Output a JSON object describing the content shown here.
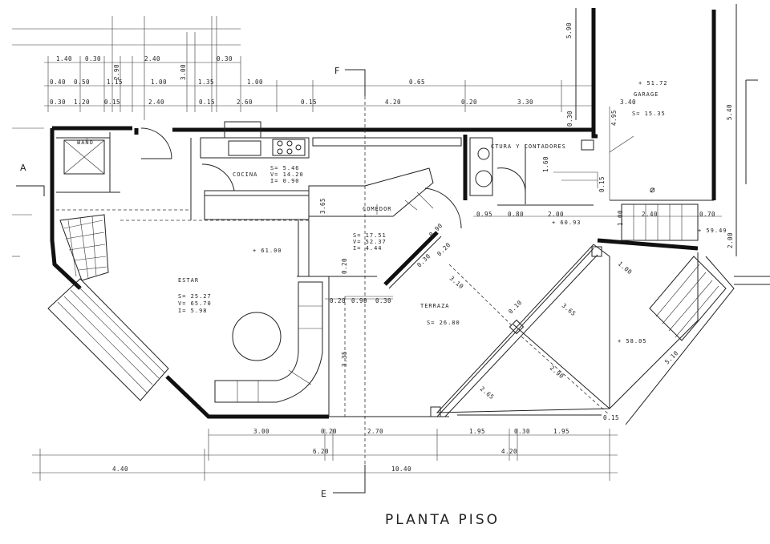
{
  "title": "PLANTA PISO",
  "cuts": {
    "a": "A",
    "f": "F",
    "e": "E"
  },
  "rooms": {
    "bano": "BAÑO",
    "cocina": "COCINA",
    "cocina_s": "S= 5.46",
    "cocina_v": "V= 14.20",
    "cocina_i": "I= 0.90",
    "comedor": "COMEDOR",
    "comedor_s": "S= 17.51",
    "comedor_v": "V= 52.37",
    "comedor_i": "I= 4.44",
    "estar": "ESTAR",
    "estar_s": "S= 25.27",
    "estar_v": "V= 65.70",
    "estar_i": "I= 5.98",
    "terraza": "TERRAZA",
    "terraza_s": "S= 26.80",
    "garage": "GARAGE",
    "garage_s": "S= 15.35",
    "lavadero": "CTURA Y CONTADORES",
    "level_estar": "+ 61.00",
    "level_garage": "+ 51.72",
    "level_ext": "+ 59.49",
    "level_step": "+ 58.05",
    "level_stair": "+ 60.93"
  },
  "dims": {
    "r1": [
      "1.40",
      "0.30",
      "2.40",
      "0.30"
    ],
    "r2": [
      "0.40",
      "0.50",
      "1.15",
      "1.00",
      "1.35",
      "1.00",
      "0.65"
    ],
    "r3": [
      "0.30",
      "1.20",
      "0.15",
      "2.40",
      "0.15",
      "2.60",
      "0.15",
      "4.20",
      "0.20",
      "3.30"
    ],
    "garage_w": "3.40",
    "v_left": [
      "2.90",
      "3.00"
    ],
    "v_right": [
      "5.90",
      "4.95",
      "5.40",
      "0.30",
      "1.60",
      "0.15",
      "2.00"
    ],
    "mid": [
      "3.65",
      "0.20",
      "0.20",
      "0.90",
      "0.30",
      "3.35",
      "0.95",
      "0.80",
      "2.00",
      "2.40",
      "0.70",
      "1.00"
    ],
    "diag": [
      "3.10",
      "3.65",
      "2.90",
      "2.65",
      "0.90",
      "0.20",
      "0.30",
      "0.15",
      "0.10",
      "1.00",
      "5.10"
    ],
    "bottom1": [
      "3.00",
      "0.20",
      "2.70",
      "1.95",
      "0.30",
      "1.95"
    ],
    "bottom2": [
      "6.20",
      "4.20"
    ],
    "bottom3": [
      "4.40",
      "10.40"
    ]
  }
}
